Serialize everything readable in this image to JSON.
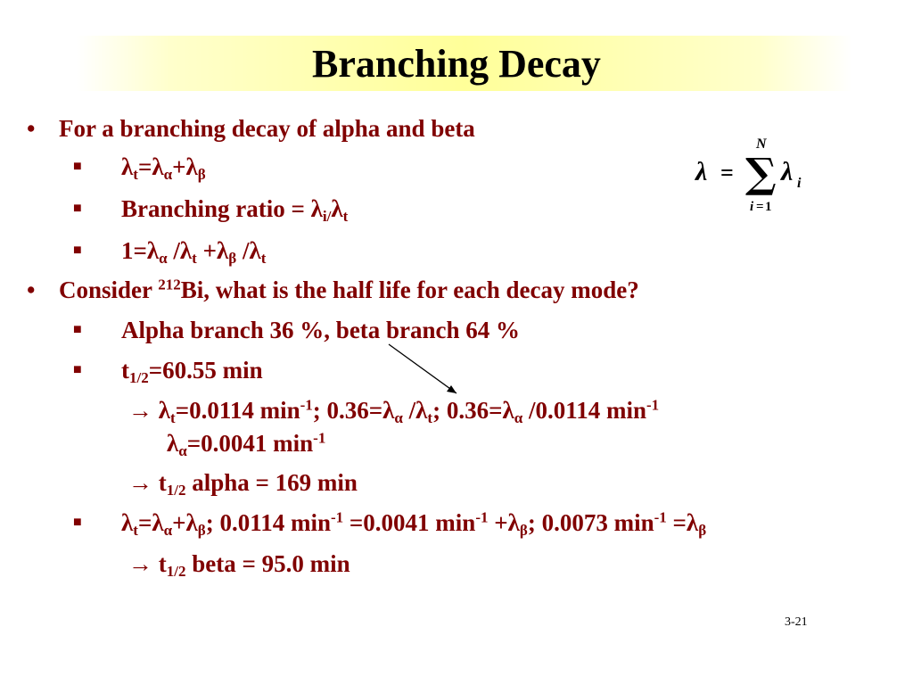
{
  "title": "Branching Decay",
  "bullets": {
    "b1": "For a branching decay of alpha and beta",
    "b1_sub1": {
      "a": "λ",
      "b": "t",
      "c": "=λ",
      "d": "α",
      "e": "+λ",
      "f": "β"
    },
    "b1_sub2": {
      "a": "Branching ratio = λ",
      "b": "i/",
      "c": "λ",
      "d": "t"
    },
    "b1_sub3": {
      "a": "1=λ",
      "b": "α",
      "c": " /λ",
      "d": "t",
      "e": " +λ",
      "f": "β",
      "g": " /λ",
      "h": "t"
    },
    "b2": {
      "a": "Consider ",
      "b": "212",
      "c": "Bi, what is the half life for each decay mode?"
    },
    "b2_sub1": "Alpha branch 36 %, beta branch 64 %",
    "b2_sub2": {
      "a": "t",
      "b": "1/2",
      "c": "=60.55 min"
    },
    "b2_calc1": {
      "arrow": "→ ",
      "a": "λ",
      "b": "t",
      "c": "=0.0114 min",
      "d": "-1",
      "e": "; 0.36=λ",
      "f": "α",
      "g": " /λ",
      "h": "t",
      "i": "; 0.36=λ",
      "j": "α",
      "k": " /0.0114 min",
      "l": "-1"
    },
    "b2_calc2": {
      "a": "λ",
      "b": "α",
      "c": "=0.0041 min",
      "d": "-1"
    },
    "b2_calc3": {
      "arrow": "→ ",
      "a": "t",
      "b": "1/2",
      "c": " alpha = 169 min"
    },
    "b2_sub3": {
      "a": "λ",
      "b": "t",
      "c": "=λ",
      "d": "α",
      "e": "+λ",
      "f": "β",
      "g": "; 0.0114 min",
      "h": "-1",
      "i": " =0.0041 min",
      "j": "-1",
      "k": " +λ",
      "l": "β",
      "m": "; 0.0073 min",
      "n": "-1",
      "o": " =λ",
      "p": "β"
    },
    "b2_calc4": {
      "arrow": "→ ",
      "a": "t",
      "b": "1/2",
      "c": " beta = 95.0 min"
    }
  },
  "formula": {
    "lhs": "λ",
    "eq": "=",
    "sum": "∑",
    "upper": "N",
    "lower_i": "i",
    "lower_eq": "=",
    "lower_1": "1",
    "term": "λ",
    "term_sub": "i"
  },
  "bullet_symbols": {
    "main": "•",
    "sub": "■"
  },
  "slide_number": "3-21",
  "colors": {
    "text": "#800000",
    "title": "#000000",
    "band": "#ffff99"
  }
}
